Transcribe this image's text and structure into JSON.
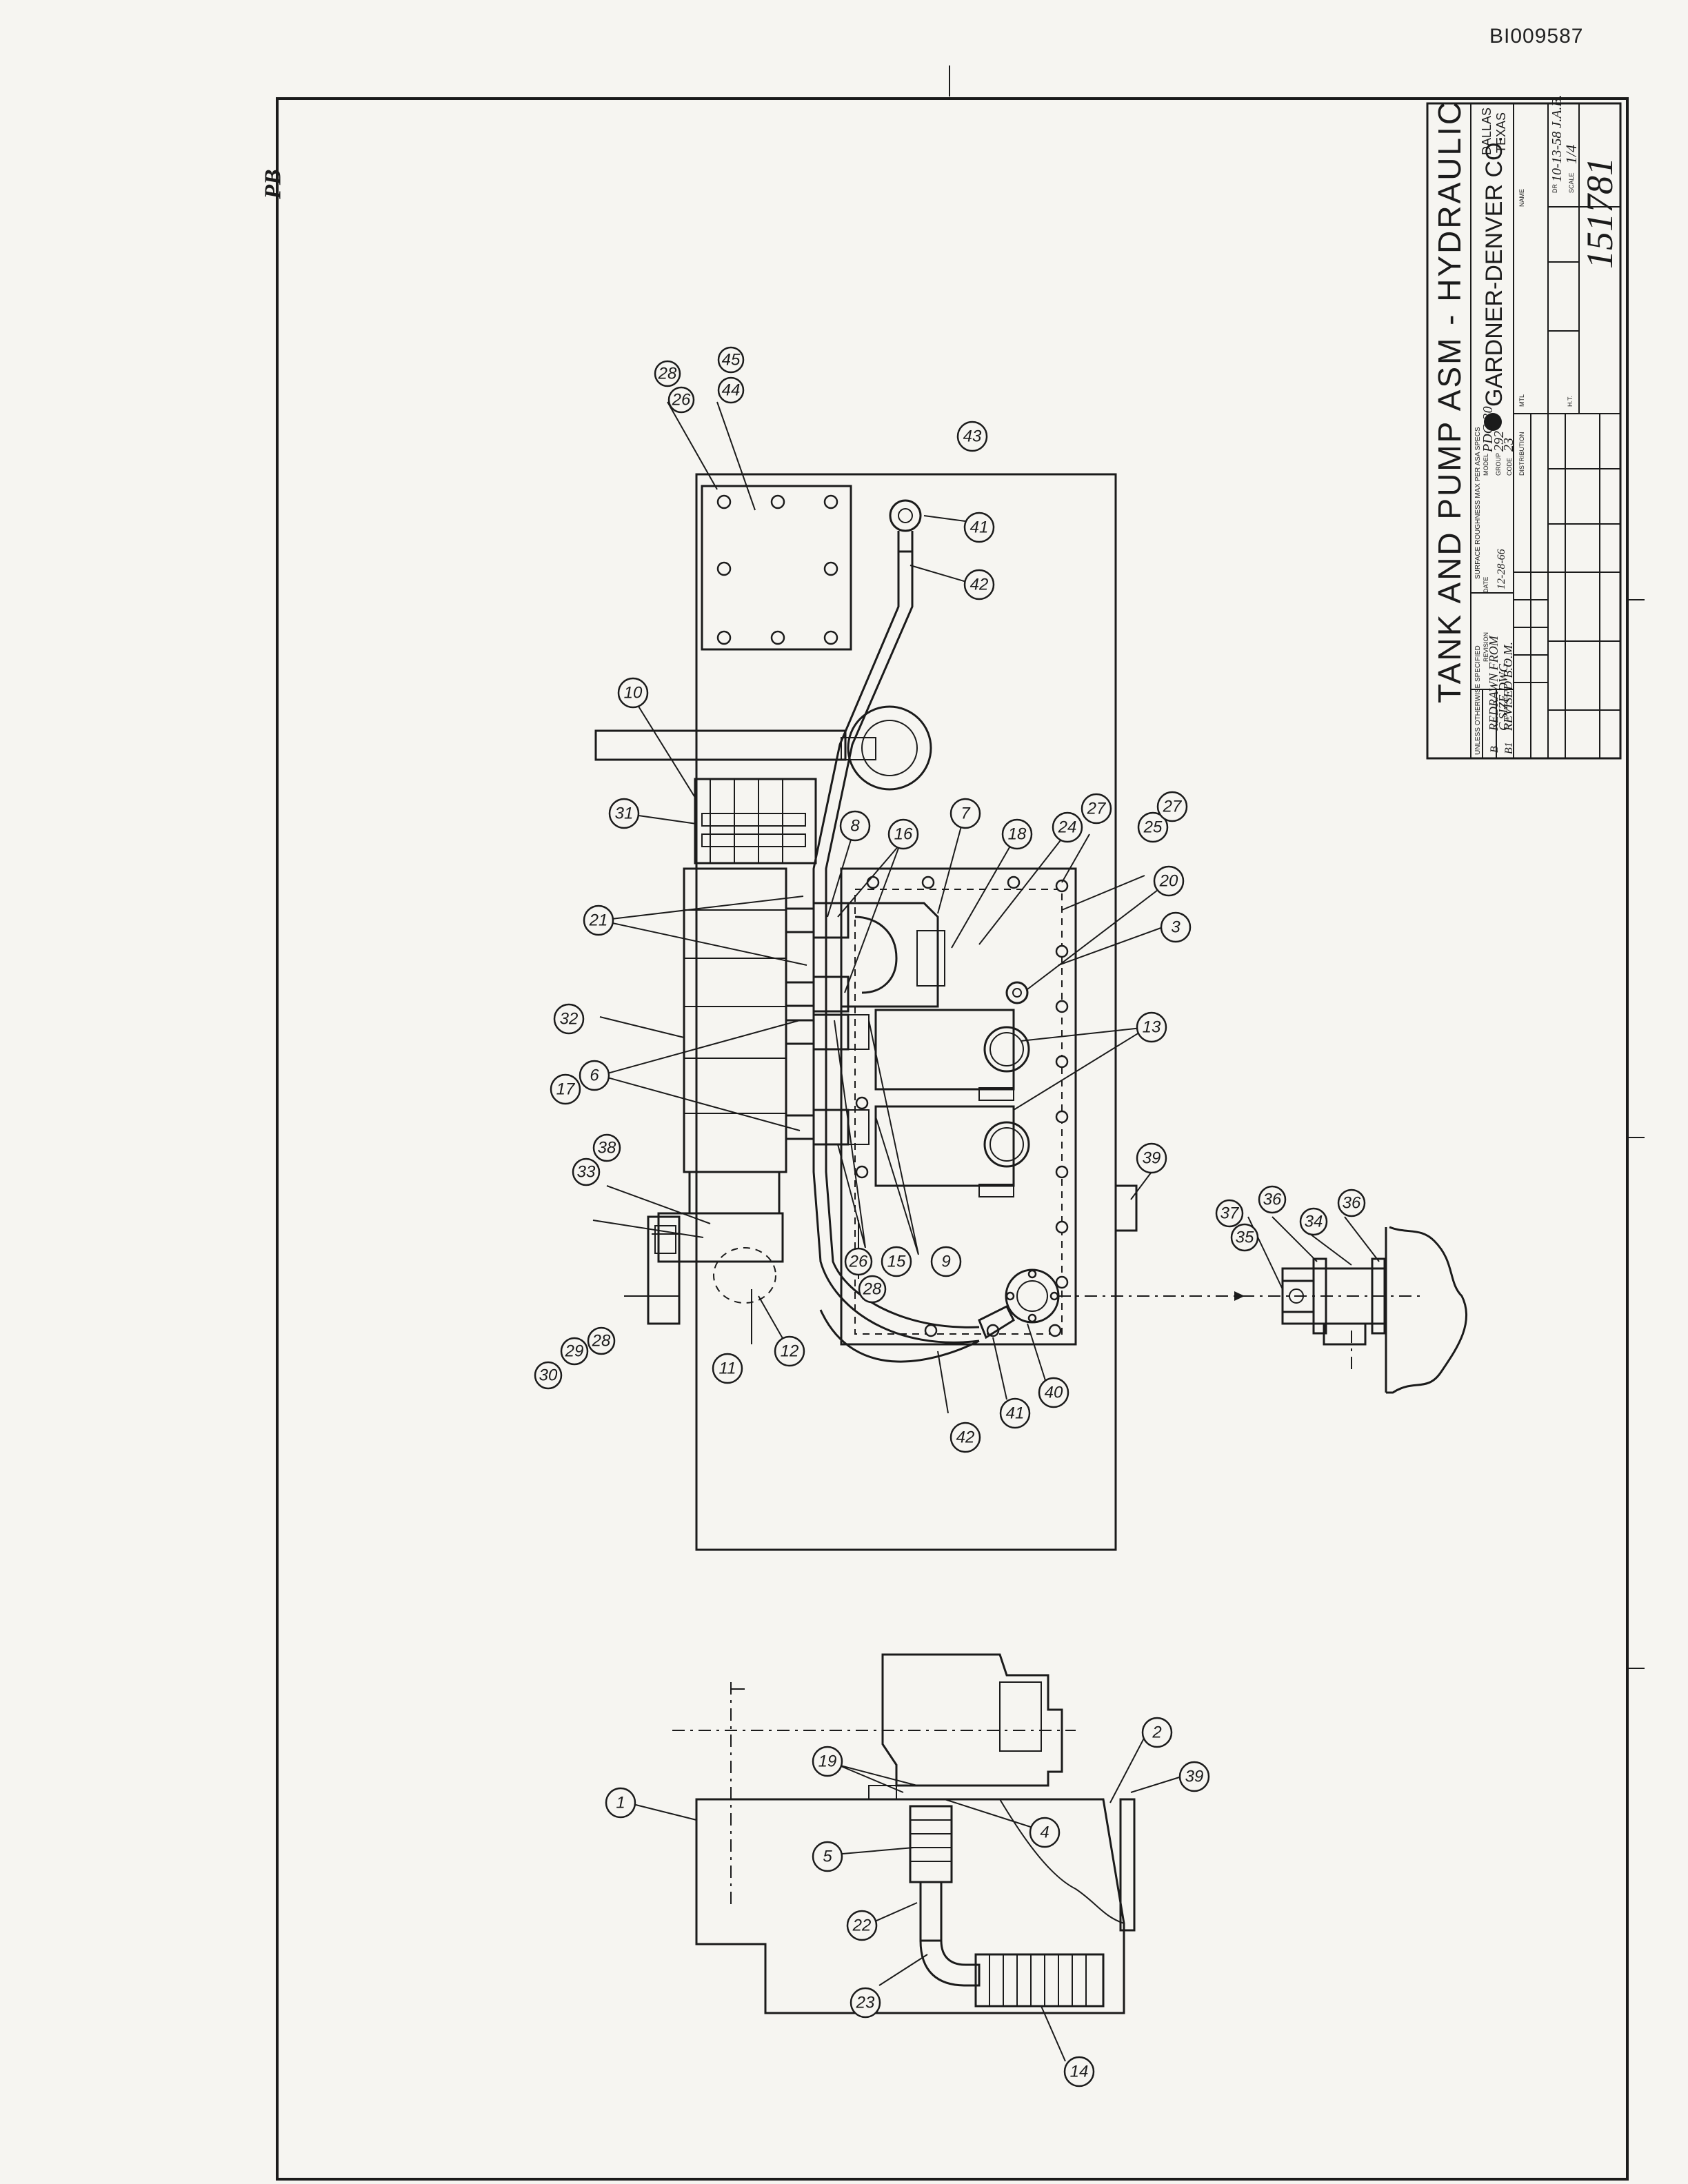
{
  "document_id": "BI009587",
  "corner_mark": "PB",
  "title_block": {
    "title": "TANK AND PUMP ASM - HYDRAULIC",
    "company": "GARDNER-DENVER CO.",
    "location_line1": "DALLAS",
    "location_line2": "TEXAS",
    "drawing_number": "151781",
    "model_label": "MODEL",
    "model_value": "PDC-30",
    "group_label": "GROUP",
    "group_value": "292",
    "code_label": "CODE",
    "code_value": "23",
    "scale_label": "SCALE",
    "scale_value": "1/4",
    "dr_label": "DR",
    "dr_value": "10-13-58 J.A.B.",
    "revision_header": "REVISION",
    "date_header": "DATE",
    "revisions": [
      {
        "let": "B",
        "text": "REDRAWN FROM",
        "date": "12-28-66"
      },
      {
        "let": "",
        "text": "C SIZE DWG.",
        "date": ""
      },
      {
        "let": "B1",
        "text": "REVISED B.O.M.",
        "date": ""
      }
    ],
    "notes_line": "UNLESS OTHERWISE SPECIFIED",
    "surface_line": "SURFACE ROUGHNESS MAX PER ASA SPECS",
    "name_label": "NAME",
    "mtl_label": "MTL",
    "distribution_label": "DISTRIBUTION",
    "ht_label": "H.T."
  },
  "callouts": {
    "c1": "1",
    "c2": "2",
    "c3": "3",
    "c4": "4",
    "c5": "5",
    "c6": "6",
    "c7": "7",
    "c8": "8",
    "c9": "9",
    "c10": "10",
    "c11": "11",
    "c12": "12",
    "c13": "13",
    "c14": "14",
    "c15": "15",
    "c16": "16",
    "c17": "17",
    "c18": "18",
    "c19": "19",
    "c20": "20",
    "c21": "21",
    "c22": "22",
    "c23": "23",
    "c24": "24",
    "c25": "25",
    "c26": "26",
    "c27": "27",
    "c28": "28",
    "c29": "29",
    "c30": "30",
    "c31": "31",
    "c32": "32",
    "c33": "33",
    "c34": "34",
    "c35": "35",
    "c36": "36",
    "c37": "37",
    "c38": "38",
    "c39": "39",
    "c40": "40",
    "c41": "41",
    "c42": "42",
    "c43": "43",
    "c44": "44",
    "c45": "45"
  }
}
